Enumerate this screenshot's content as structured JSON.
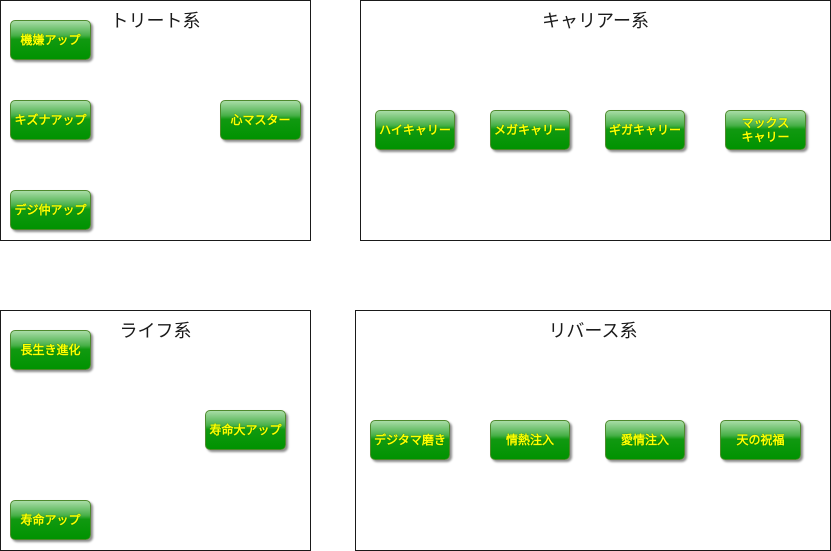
{
  "panels": {
    "treat": {
      "title": "トリート系",
      "nodes": [
        "機嫌アップ",
        "キズナアップ",
        "デジ仲アップ",
        "心マスター"
      ]
    },
    "career": {
      "title": "キャリアー系",
      "nodes": [
        "ハイキャリー",
        "メガキャリー",
        "ギガキャリー",
        "マックス\nキャリー"
      ]
    },
    "life": {
      "title": "ライフ系",
      "nodes": [
        "長生き進化",
        "寿命アップ",
        "寿命大アップ"
      ]
    },
    "rebirth": {
      "title": "リバース系",
      "nodes": [
        "デジタマ磨き",
        "情熱注入",
        "愛情注入",
        "天の祝福"
      ]
    }
  },
  "colors": {
    "connector": "#3d6b0f",
    "node_text": "#ffff00",
    "node_fill": "#009300"
  }
}
